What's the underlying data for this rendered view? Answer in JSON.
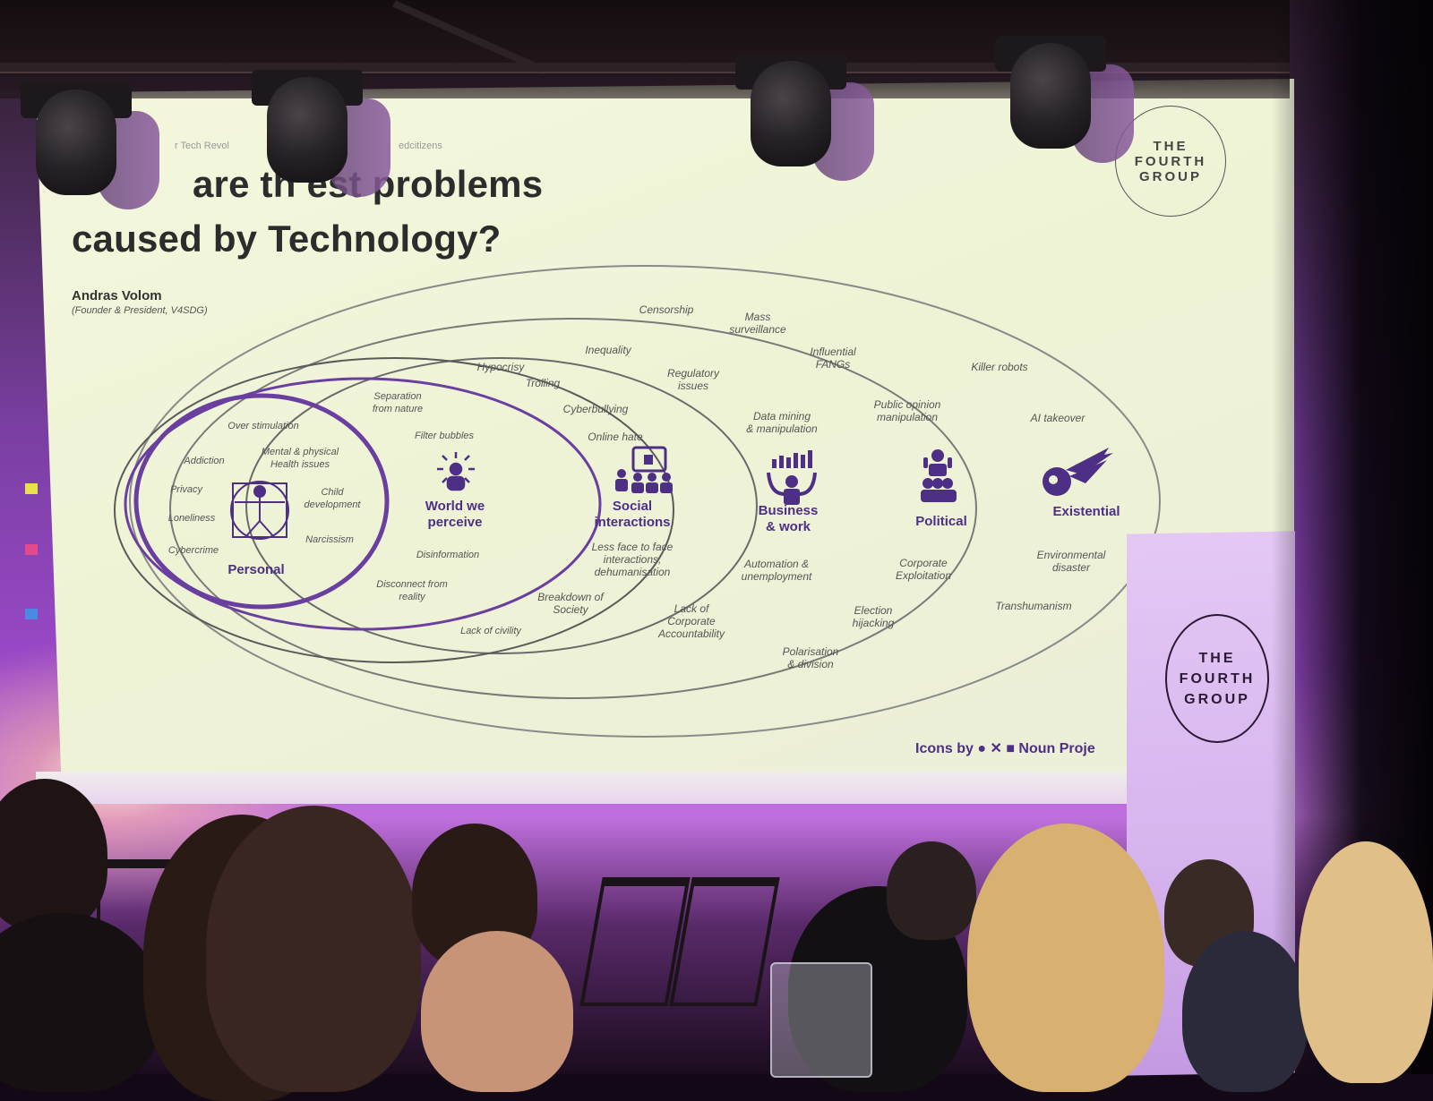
{
  "slide": {
    "breadcrumb_left": "r Tech Revol",
    "breadcrumb_right": "edcitizens",
    "title_line1": "are th      est problems",
    "title_line2": "caused by Technology?",
    "speaker_name": "Andras Volom",
    "speaker_role": "(Founder & President, V4SDG)",
    "logo_lines": [
      "THE",
      "FOURTH",
      "GROUP"
    ],
    "icons_credit": "Icons by ● ✕ ■  Noun Proje"
  },
  "diagram": {
    "categories": [
      {
        "id": "personal",
        "label": "Personal"
      },
      {
        "id": "world",
        "label": "World we\nperceive"
      },
      {
        "id": "social",
        "label": "Social\ninteractions"
      },
      {
        "id": "business",
        "label": "Business\n& work"
      },
      {
        "id": "political",
        "label": "Political"
      },
      {
        "id": "existential",
        "label": "Existential"
      }
    ],
    "personal_items": [
      "Over stimulation",
      "Addiction",
      "Mental & physical\nHealth issues",
      "Privacy",
      "Child\ndevelopment",
      "Loneliness",
      "Narcissism",
      "Cybercrime"
    ],
    "world_items": [
      "Separation\nfrom nature",
      "Filter bubbles",
      "Disinformation",
      "Disconnect from\nreality",
      "Lack of civility"
    ],
    "social_items": [
      "Hypocrisy",
      "Trolling",
      "Cyberbullying",
      "Online hate",
      "Less face to face\ninteractions,\ndehumanisation",
      "Breakdown of\nSociety"
    ],
    "business_items": [
      "Inequality",
      "Regulatory\nissues",
      "Data mining\n& manipulation",
      "Automation &\nunemployment",
      "Lack of\nCorporate\nAccountability"
    ],
    "political_items": [
      "Censorship",
      "Mass\nsurveillance",
      "Influential\nFANGs",
      "Public opinion\nmanipulation",
      "Corporate\nExploitation",
      "Election\nhijacking",
      "Polarisation\n& division"
    ],
    "existential_items": [
      "Killer robots",
      "AI takeover",
      "Environmental\ndisaster",
      "Transhumanism"
    ]
  },
  "banner": {
    "logo_lines": [
      "THE",
      "FOURTH",
      "GROUP"
    ]
  },
  "colors": {
    "accent": "#4e2f86",
    "slide_bg": "#f1f5da",
    "stage_purple": "#9a48c8"
  }
}
